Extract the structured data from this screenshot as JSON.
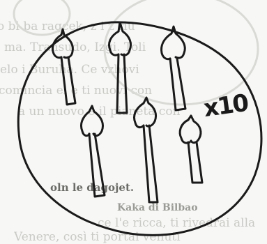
{
  "background_text": {
    "line1": "o bi ba ragcek, z i z riu",
    "line2": "ma. Transudo, Izgi. Toli",
    "line3": "elo i Buruha. Ce vzhovi",
    "line4": "comincia el e ti nuovi con",
    "line5": "a un nuovo e il pianeta con",
    "line6": "oln le dagojet.",
    "line7": "Kaka di Bilbao",
    "line8": "ce l'e ricca, ti rivedrai alla",
    "line9": "Venere, così ti portai venuti"
  },
  "drawing": {
    "magnification_label": "x10",
    "organism_count": 6,
    "ink_color": "#1a1a1a"
  }
}
